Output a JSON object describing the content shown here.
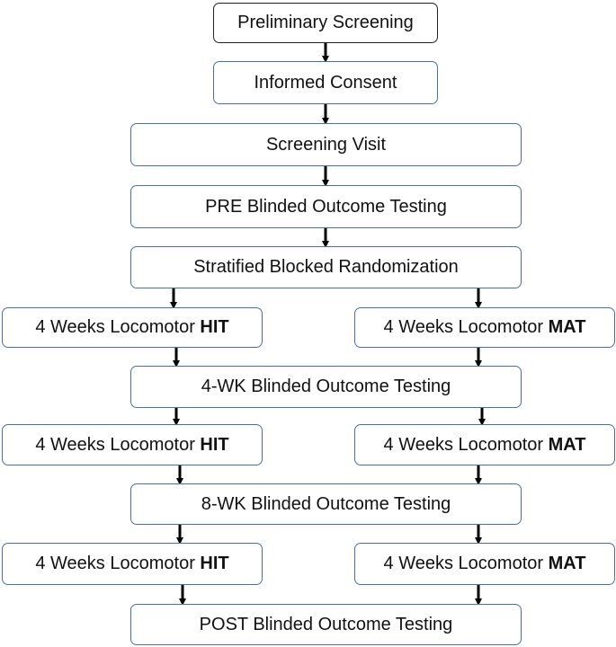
{
  "flowchart": {
    "steps": {
      "preliminary": "Preliminary Screening",
      "consent": "Informed Consent",
      "screening_visit": "Screening Visit",
      "pre_testing": "PRE Blinded Outcome Testing",
      "randomization": "Stratified Blocked Randomization",
      "wk4_testing": "4-WK Blinded Outcome Testing",
      "wk8_testing": "8-WK Blinded Outcome Testing",
      "post_testing": "POST Blinded Outcome Testing"
    },
    "arm_prefix": "4 Weeks Locomotor ",
    "arms": {
      "hit": "HIT",
      "mat": "MAT"
    }
  },
  "colors": {
    "box_border": "#4a6fa5",
    "first_box_border": "#222222",
    "arrow": "#000000"
  }
}
